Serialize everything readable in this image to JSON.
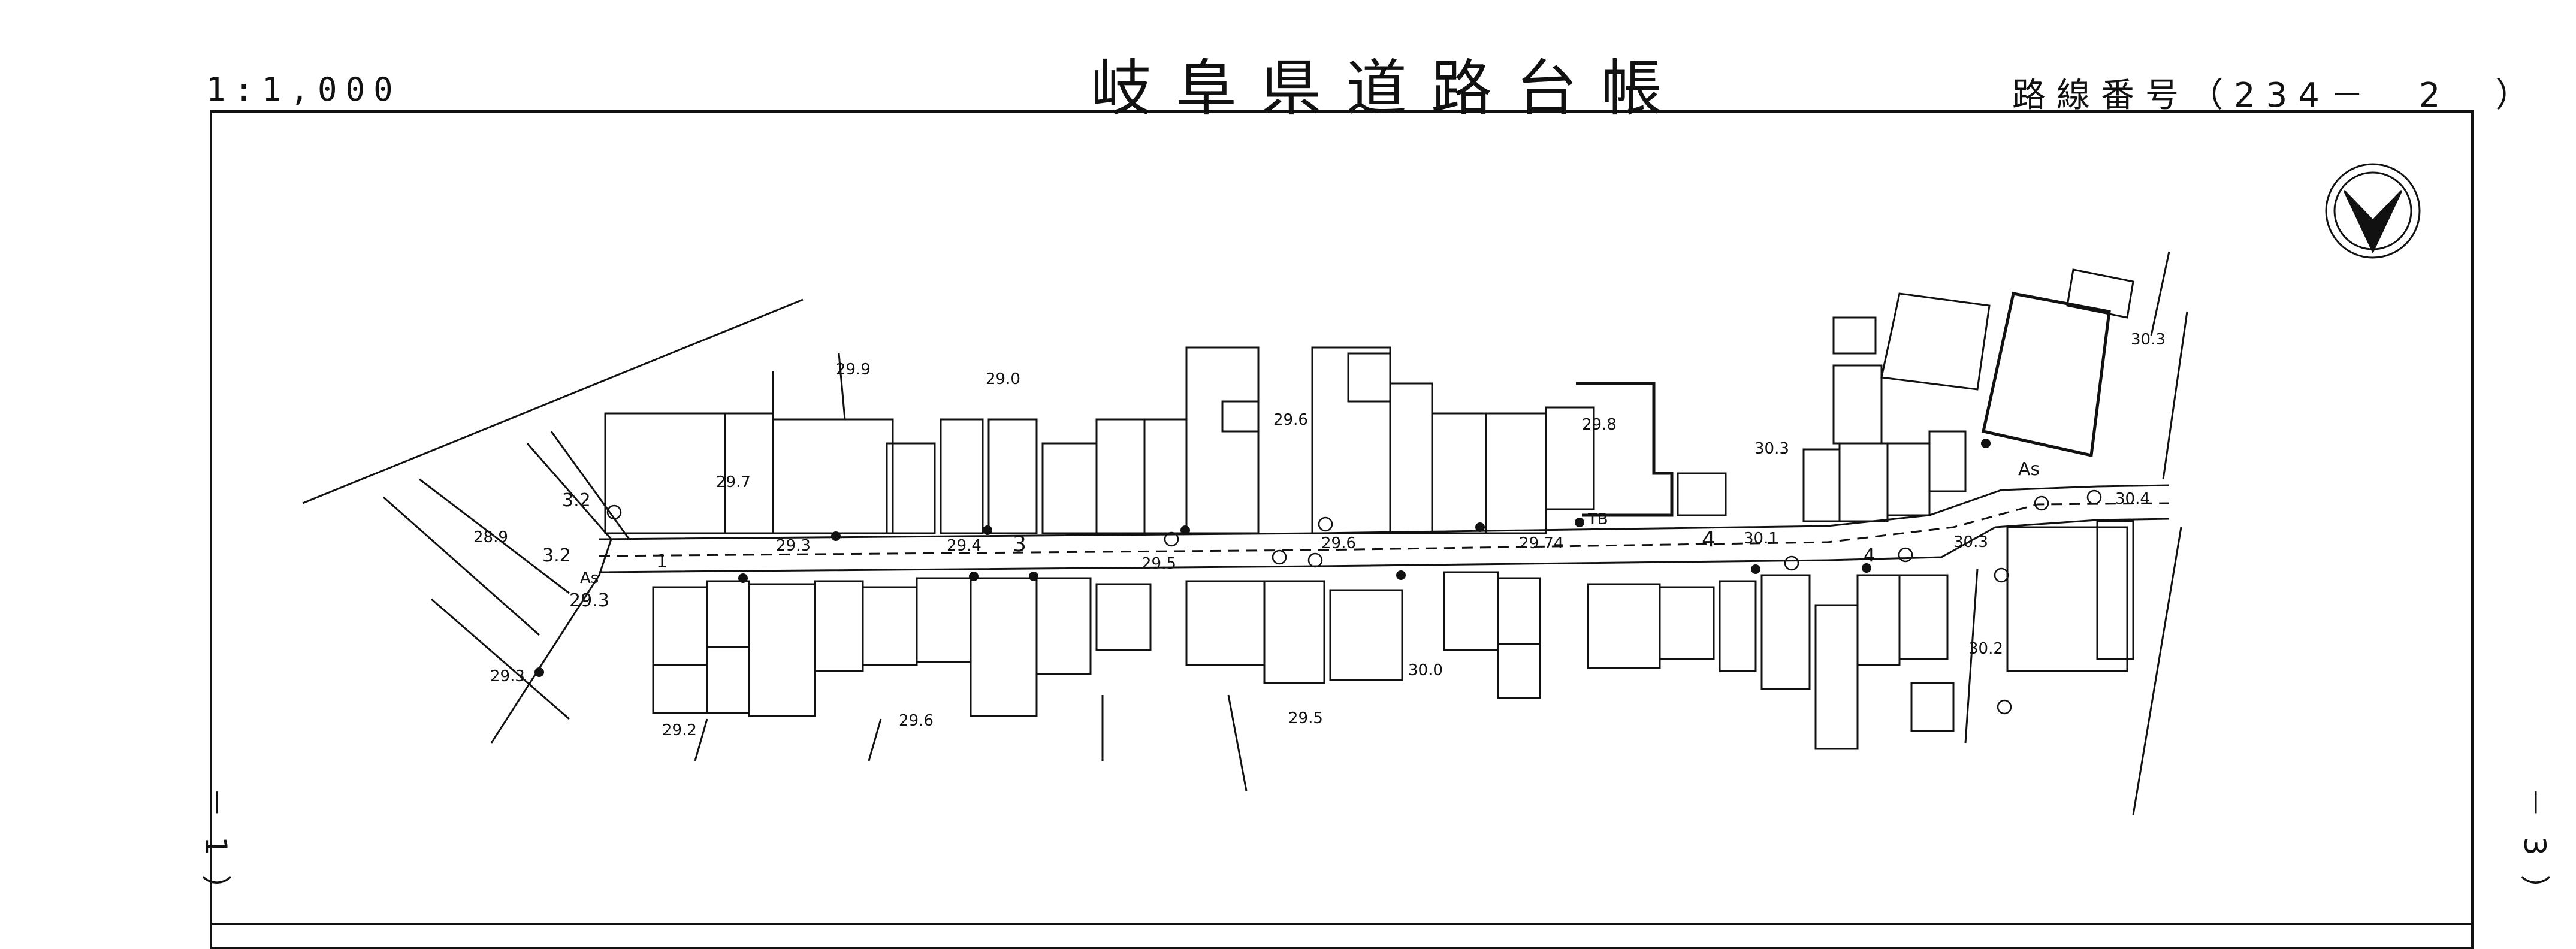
{
  "header": {
    "scale": "1:1,000",
    "title": "岐阜県道路台帳",
    "route_number": "路線番号（234－　2　）"
  },
  "side_labels": {
    "left": "－ 1 ）",
    "right": "－ 3 ）"
  },
  "map": {
    "north_arrow": "north-arrow-icon",
    "elevations": [
      "29.9",
      "29.0",
      "29.6",
      "29.8",
      "30.3",
      "30.3",
      "29.7",
      "28.9",
      "29.3",
      "29.4",
      "29.5",
      "29.6",
      "29.74",
      "30.1",
      "30.3",
      "30.4",
      "29.3",
      "29.3",
      "30.0",
      "29.2",
      "29.6",
      "29.5",
      "30.2"
    ],
    "numbers": [
      "3.2",
      "3.2",
      "3",
      "4",
      "4",
      "1"
    ],
    "markers": [
      "TB",
      "As",
      "As"
    ]
  }
}
